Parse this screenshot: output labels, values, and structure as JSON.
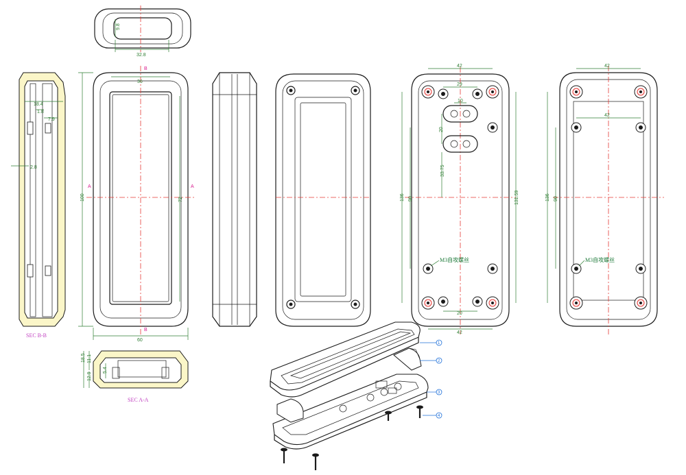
{
  "drawing": {
    "top_view": {
      "dim_width": "32.8",
      "dim_height": "9.8"
    },
    "front_view": {
      "section_mark_top": "B",
      "section_mark_bottom": "B",
      "section_mark_left": "A",
      "section_mark_right": "A",
      "dim_inner_width": "36",
      "dim_total_height": "100",
      "dim_inner_height": "72",
      "dim_total_width": "60"
    },
    "section_bb": {
      "label": "SEC B-B",
      "dim_a": "18.4",
      "dim_b": "1.8",
      "dim_c": "7.9",
      "dim_d": "2.8"
    },
    "section_aa": {
      "label": "SEC A-A",
      "dim_a": "18.5",
      "dim_b": "11.1",
      "dim_c": "12.9",
      "dim_d": "5.4"
    },
    "inner_view": {
      "dim_top_outer": "42",
      "dim_top_inner": "29",
      "dim_slot_spacing": "10",
      "dim_slot_gap": "20",
      "dim_slot_offset": "33.75",
      "dim_height_outer": "136",
      "dim_height_inner": "90",
      "dim_height_right": "131.59",
      "dim_bottom_inner": "20",
      "dim_bottom_outer": "42",
      "screw_note": "M3自攻螺丝"
    },
    "back_view": {
      "dim_top_outer": "42",
      "dim_top_inner": "42",
      "dim_height_outer": "136",
      "dim_height_inner": "90",
      "screw_note": "M3自攻螺丝"
    },
    "exploded": {
      "balloons": [
        "1",
        "2",
        "3",
        "4"
      ]
    },
    "colors": {
      "outline": "#1a1a1a",
      "centerline": "#e53935",
      "dimension": "#2e7d32",
      "section_label": "#c03fc0",
      "balloon": "#1e6fd9",
      "section_fill": "#fbf6c8"
    }
  }
}
